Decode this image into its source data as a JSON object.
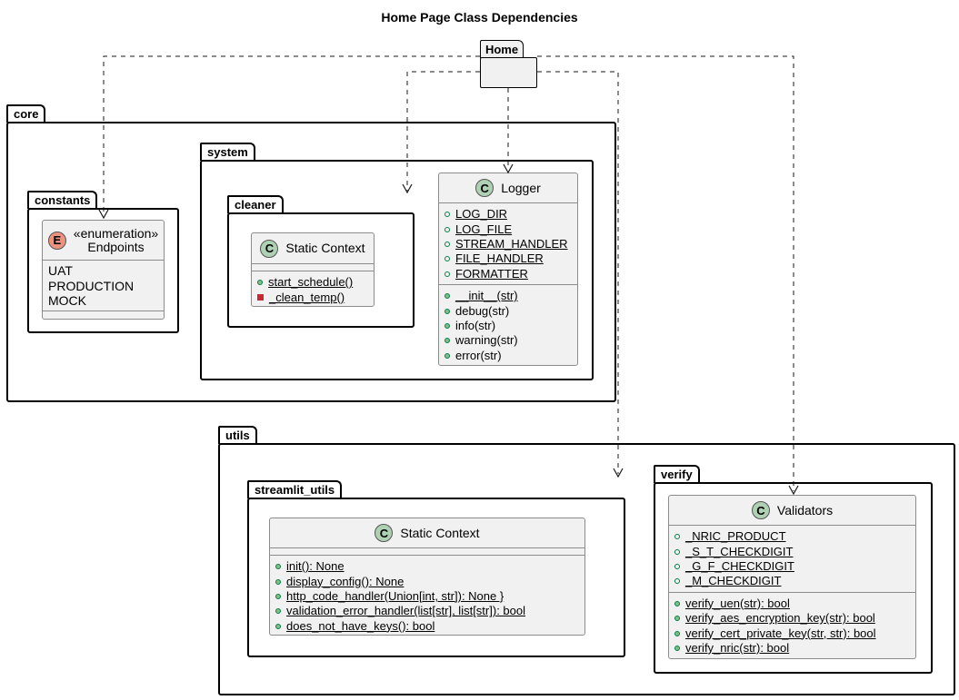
{
  "title": "Home Page Class Dependencies",
  "home": {
    "label": "Home"
  },
  "packages": {
    "core": "core",
    "system": "system",
    "cleaner": "cleaner",
    "constants": "constants",
    "utils": "utils",
    "streamlit_utils": "streamlit_utils",
    "verify": "verify"
  },
  "endpoints": {
    "badge": "E",
    "stereotype": "«enumeration»",
    "name": "Endpoints",
    "values": [
      "UAT",
      "PRODUCTION",
      "MOCK"
    ]
  },
  "cleaner_class": {
    "badge": "C",
    "name": "Static Context",
    "methods": [
      {
        "visibility": "public",
        "text": "start_schedule()",
        "static": true
      },
      {
        "visibility": "private",
        "text": "_clean_temp()",
        "static": true
      }
    ]
  },
  "logger": {
    "badge": "C",
    "name": "Logger",
    "fields": [
      {
        "visibility": "public",
        "text": "LOG_DIR",
        "static": true
      },
      {
        "visibility": "public",
        "text": "LOG_FILE",
        "static": true
      },
      {
        "visibility": "public",
        "text": "STREAM_HANDLER",
        "static": true
      },
      {
        "visibility": "public",
        "text": "FILE_HANDLER",
        "static": true
      },
      {
        "visibility": "public",
        "text": "FORMATTER",
        "static": true
      }
    ],
    "methods": [
      {
        "visibility": "public",
        "text": "__init__(str)",
        "static": true
      },
      {
        "visibility": "public",
        "text": "debug(str)",
        "static": false
      },
      {
        "visibility": "public",
        "text": "info(str)",
        "static": false
      },
      {
        "visibility": "public",
        "text": "warning(str)",
        "static": false
      },
      {
        "visibility": "public",
        "text": "error(str)",
        "static": false
      }
    ]
  },
  "streamlit_class": {
    "badge": "C",
    "name": "Static Context",
    "methods": [
      {
        "visibility": "public",
        "text": "init(): None",
        "static": true
      },
      {
        "visibility": "public",
        "text": "display_config(): None",
        "static": true
      },
      {
        "visibility": "public",
        "text": "http_code_handler(Union[int, str]): None }",
        "static": true
      },
      {
        "visibility": "public",
        "text": "validation_error_handler(list[str], list[str]): bool",
        "static": true
      },
      {
        "visibility": "public",
        "text": "does_not_have_keys(): bool",
        "static": true
      }
    ]
  },
  "validators": {
    "badge": "C",
    "name": "Validators",
    "fields": [
      {
        "visibility": "public",
        "text": "_NRIC_PRODUCT",
        "static": true
      },
      {
        "visibility": "public",
        "text": "_S_T_CHECKDIGIT",
        "static": true
      },
      {
        "visibility": "public",
        "text": "_G_F_CHECKDIGIT",
        "static": true
      },
      {
        "visibility": "public",
        "text": "_M_CHECKDIGIT",
        "static": true
      }
    ],
    "methods": [
      {
        "visibility": "public",
        "text": "verify_uen(str): bool",
        "static": true
      },
      {
        "visibility": "public",
        "text": "verify_aes_encryption_key(str): bool",
        "static": true
      },
      {
        "visibility": "public",
        "text": "verify_cert_private_key(str, str): bool",
        "static": true
      },
      {
        "visibility": "public",
        "text": "verify_nric(str): bool",
        "static": true
      }
    ]
  }
}
